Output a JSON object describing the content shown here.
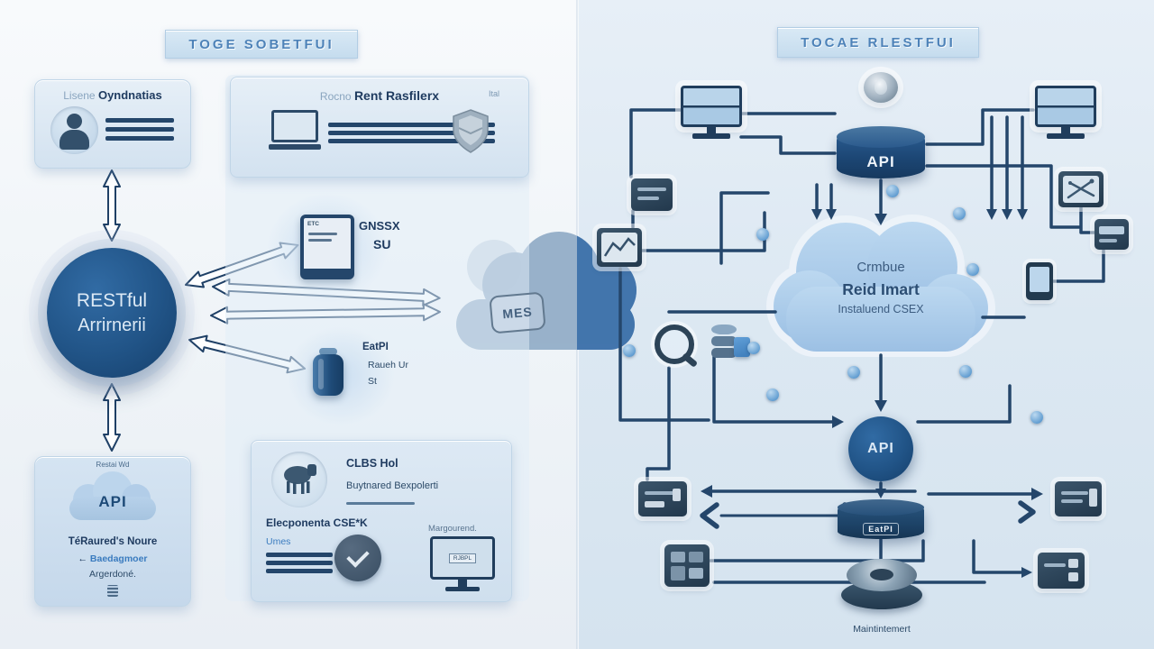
{
  "left": {
    "title": "TOGE SOBETFUI",
    "user_card": {
      "label_prefix": "Lisene",
      "label_bold": "Oyndnatias"
    },
    "center_circle": {
      "line1": "RESTful",
      "line2": "Arrirnerii"
    },
    "api_card": {
      "top_label": "Restai Wd",
      "cloud_label": "API",
      "line1": "TéRaured's Noure",
      "arrow_glyph": "←",
      "line2": "Baedagmoer",
      "line3": "Argerdoné."
    },
    "services": {
      "top_card": {
        "label_prefix": "Rocno",
        "label_bold": "Rent Rasfilerx",
        "shield_label": "Ital"
      },
      "device_item": {
        "screen_text": "ETC",
        "line1": "GNSSX",
        "line2": "SU"
      },
      "db_item": {
        "line1": "EatPI",
        "line2": "Raueh Ur",
        "line3": "St"
      },
      "bottom_card": {
        "title": "CLBS Hol",
        "subtitle": "Buytnared Bexpolerti",
        "row_label": "Elecponenta CSE*K",
        "row_sublabel": "Umes",
        "monitor_label": "Margourend.",
        "monitor_screen": "RJBPL"
      }
    },
    "cloud_badge": "MES"
  },
  "right": {
    "title": "TOCAE RLESTFUI",
    "api_cylinder_label": "API",
    "cloud": {
      "line1": "Crmbue",
      "line2": "Reid Imart",
      "line3": "Instaluend CSEX"
    },
    "api_circle_label": "API",
    "db_cylinder_label": "EatPI",
    "speaker_label": "Maintintemert"
  },
  "colors": {
    "navy_line": "#24466b",
    "dark_blue": "#1d4f80",
    "accent_blue": "#3a7bbf",
    "card_bg": "#dce8f3",
    "cloud_blue": "#a9c9e7",
    "right_bg_tint": "#dbe7f3"
  }
}
